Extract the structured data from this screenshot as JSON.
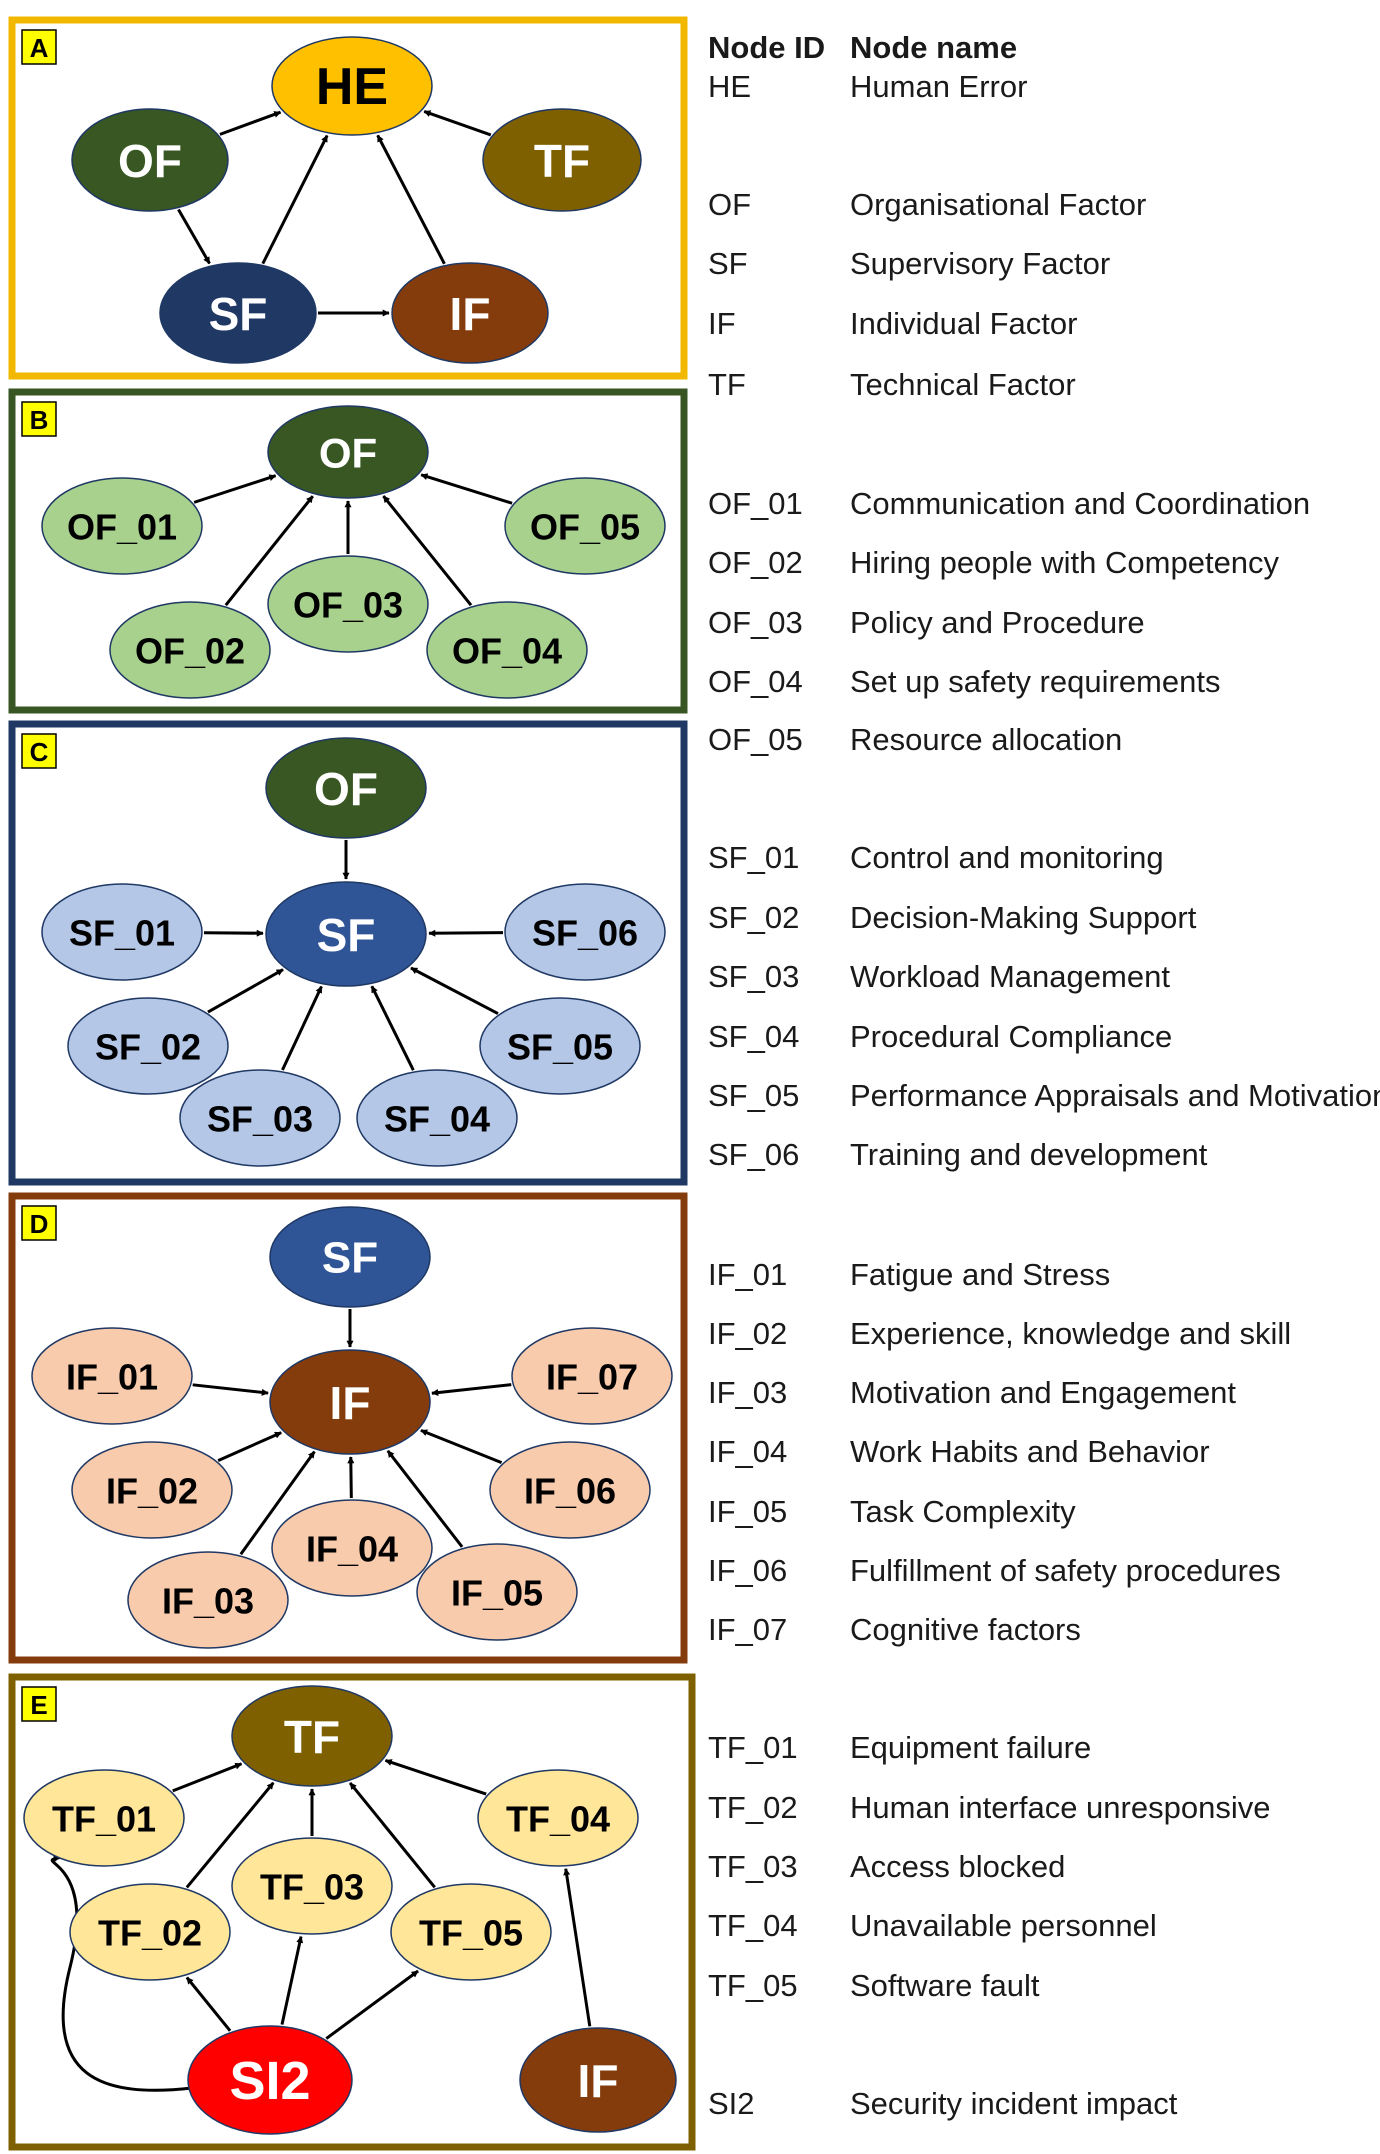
{
  "legend": {
    "header_id": "Node ID",
    "header_name": "Node name",
    "rows": [
      {
        "id": "HE",
        "name": "Human Error"
      },
      {
        "id": "OF",
        "name": "Organisational Factor"
      },
      {
        "id": "SF",
        "name": "Supervisory Factor"
      },
      {
        "id": "IF",
        "name": "Individual Factor"
      },
      {
        "id": "TF",
        "name": "Technical Factor"
      },
      {
        "id": "OF_01",
        "name": "Communication and Coordination"
      },
      {
        "id": "OF_02",
        "name": "Hiring people with Competency"
      },
      {
        "id": "OF_03",
        "name": "Policy and Procedure"
      },
      {
        "id": "OF_04",
        "name": "Set up safety requirements"
      },
      {
        "id": "OF_05",
        "name": "Resource allocation"
      },
      {
        "id": "SF_01",
        "name": "Control and monitoring"
      },
      {
        "id": "SF_02",
        "name": "Decision-Making Support"
      },
      {
        "id": "SF_03",
        "name": "Workload Management"
      },
      {
        "id": "SF_04",
        "name": "Procedural Compliance"
      },
      {
        "id": "SF_05",
        "name": "Performance Appraisals and Motivation"
      },
      {
        "id": "SF_06",
        "name": "Training and development"
      },
      {
        "id": "IF_01",
        "name": "Fatigue and Stress"
      },
      {
        "id": "IF_02",
        "name": "Experience, knowledge and skill"
      },
      {
        "id": "IF_03",
        "name": "Motivation and Engagement"
      },
      {
        "id": "IF_04",
        "name": "Work Habits and Behavior"
      },
      {
        "id": "IF_05",
        "name": "Task Complexity"
      },
      {
        "id": "IF_06",
        "name": "Fulfillment of safety procedures"
      },
      {
        "id": "IF_07",
        "name": "Cognitive factors"
      },
      {
        "id": "TF_01",
        "name": "Equipment failure"
      },
      {
        "id": "TF_02",
        "name": "Human interface unresponsive"
      },
      {
        "id": "TF_03",
        "name": "Access blocked"
      },
      {
        "id": "TF_04",
        "name": "Unavailable personnel"
      },
      {
        "id": "TF_05",
        "name": "Software fault"
      },
      {
        "id": "SI2",
        "name": "Security incident impact"
      }
    ]
  },
  "panels": [
    {
      "tag": "A",
      "border_color": "#f2b800",
      "nodes": [
        {
          "id": "HE",
          "label": "HE",
          "fill": "#ffc000",
          "text_color": "#000000"
        },
        {
          "id": "OF",
          "label": "OF",
          "fill": "#385723",
          "text_color": "#ffffff"
        },
        {
          "id": "TF",
          "label": "TF",
          "fill": "#7f6000",
          "text_color": "#ffffff"
        },
        {
          "id": "SF",
          "label": "SF",
          "fill": "#1f3864",
          "text_color": "#ffffff"
        },
        {
          "id": "IF",
          "label": "IF",
          "fill": "#843c0c",
          "text_color": "#ffffff"
        }
      ],
      "edges": [
        [
          "OF",
          "HE"
        ],
        [
          "TF",
          "HE"
        ],
        [
          "OF",
          "SF"
        ],
        [
          "SF",
          "HE"
        ],
        [
          "IF",
          "HE"
        ],
        [
          "SF",
          "IF"
        ]
      ]
    },
    {
      "tag": "B",
      "border_color": "#375623",
      "nodes": [
        {
          "id": "OF",
          "label": "OF",
          "fill": "#385723",
          "text_color": "#ffffff"
        },
        {
          "id": "OF_01",
          "label": "OF_01",
          "fill": "#a9d18e",
          "text_color": "#000000"
        },
        {
          "id": "OF_05",
          "label": "OF_05",
          "fill": "#a9d18e",
          "text_color": "#000000"
        },
        {
          "id": "OF_03",
          "label": "OF_03",
          "fill": "#a9d18e",
          "text_color": "#000000"
        },
        {
          "id": "OF_02",
          "label": "OF_02",
          "fill": "#a9d18e",
          "text_color": "#000000"
        },
        {
          "id": "OF_04",
          "label": "OF_04",
          "fill": "#a9d18e",
          "text_color": "#000000"
        }
      ],
      "edges": [
        [
          "OF_01",
          "OF"
        ],
        [
          "OF_02",
          "OF"
        ],
        [
          "OF_03",
          "OF"
        ],
        [
          "OF_04",
          "OF"
        ],
        [
          "OF_05",
          "OF"
        ]
      ]
    },
    {
      "tag": "C",
      "border_color": "#1f3864",
      "nodes": [
        {
          "id": "OF",
          "label": "OF",
          "fill": "#385723",
          "text_color": "#ffffff"
        },
        {
          "id": "SF",
          "label": "SF",
          "fill": "#2f5597",
          "text_color": "#ffffff"
        },
        {
          "id": "SF_01",
          "label": "SF_01",
          "fill": "#b4c7e7",
          "text_color": "#000000"
        },
        {
          "id": "SF_06",
          "label": "SF_06",
          "fill": "#b4c7e7",
          "text_color": "#000000"
        },
        {
          "id": "SF_02",
          "label": "SF_02",
          "fill": "#b4c7e7",
          "text_color": "#000000"
        },
        {
          "id": "SF_05",
          "label": "SF_05",
          "fill": "#b4c7e7",
          "text_color": "#000000"
        },
        {
          "id": "SF_03",
          "label": "SF_03",
          "fill": "#b4c7e7",
          "text_color": "#000000"
        },
        {
          "id": "SF_04",
          "label": "SF_04",
          "fill": "#b4c7e7",
          "text_color": "#000000"
        }
      ],
      "edges": [
        [
          "OF",
          "SF"
        ],
        [
          "SF_01",
          "SF"
        ],
        [
          "SF_02",
          "SF"
        ],
        [
          "SF_03",
          "SF"
        ],
        [
          "SF_04",
          "SF"
        ],
        [
          "SF_05",
          "SF"
        ],
        [
          "SF_06",
          "SF"
        ]
      ]
    },
    {
      "tag": "D",
      "border_color": "#843c0c",
      "nodes": [
        {
          "id": "SF",
          "label": "SF",
          "fill": "#2f5597",
          "text_color": "#ffffff"
        },
        {
          "id": "IF",
          "label": "IF",
          "fill": "#843c0c",
          "text_color": "#ffffff"
        },
        {
          "id": "IF_01",
          "label": "IF_01",
          "fill": "#f8cbad",
          "text_color": "#000000"
        },
        {
          "id": "IF_07",
          "label": "IF_07",
          "fill": "#f8cbad",
          "text_color": "#000000"
        },
        {
          "id": "IF_02",
          "label": "IF_02",
          "fill": "#f8cbad",
          "text_color": "#000000"
        },
        {
          "id": "IF_06",
          "label": "IF_06",
          "fill": "#f8cbad",
          "text_color": "#000000"
        },
        {
          "id": "IF_04",
          "label": "IF_04",
          "fill": "#f8cbad",
          "text_color": "#000000"
        },
        {
          "id": "IF_03",
          "label": "IF_03",
          "fill": "#f8cbad",
          "text_color": "#000000"
        },
        {
          "id": "IF_05",
          "label": "IF_05",
          "fill": "#f8cbad",
          "text_color": "#000000"
        }
      ],
      "edges": [
        [
          "SF",
          "IF"
        ],
        [
          "IF_01",
          "IF"
        ],
        [
          "IF_02",
          "IF"
        ],
        [
          "IF_03",
          "IF"
        ],
        [
          "IF_04",
          "IF"
        ],
        [
          "IF_05",
          "IF"
        ],
        [
          "IF_06",
          "IF"
        ],
        [
          "IF_07",
          "IF"
        ]
      ]
    },
    {
      "tag": "E",
      "border_color": "#7f6000",
      "nodes": [
        {
          "id": "TF",
          "label": "TF",
          "fill": "#7f6000",
          "text_color": "#ffffff"
        },
        {
          "id": "TF_01",
          "label": "TF_01",
          "fill": "#ffe699",
          "text_color": "#000000"
        },
        {
          "id": "TF_04",
          "label": "TF_04",
          "fill": "#ffe699",
          "text_color": "#000000"
        },
        {
          "id": "TF_03",
          "label": "TF_03",
          "fill": "#ffe699",
          "text_color": "#000000"
        },
        {
          "id": "TF_02",
          "label": "TF_02",
          "fill": "#ffe699",
          "text_color": "#000000"
        },
        {
          "id": "TF_05",
          "label": "TF_05",
          "fill": "#ffe699",
          "text_color": "#000000"
        },
        {
          "id": "SI2",
          "label": "SI2",
          "fill": "#ff0000",
          "text_color": "#ffffff"
        },
        {
          "id": "IF",
          "label": "IF",
          "fill": "#843c0c",
          "text_color": "#ffffff"
        }
      ],
      "edges": [
        [
          "TF_01",
          "TF"
        ],
        [
          "TF_02",
          "TF"
        ],
        [
          "TF_03",
          "TF"
        ],
        [
          "TF_04",
          "TF"
        ],
        [
          "TF_05",
          "TF"
        ],
        [
          "SI2",
          "TF_02"
        ],
        [
          "SI2",
          "TF_03"
        ],
        [
          "SI2",
          "TF_05"
        ],
        [
          "SI2",
          "TF_01"
        ],
        [
          "IF",
          "TF_04"
        ]
      ]
    }
  ]
}
